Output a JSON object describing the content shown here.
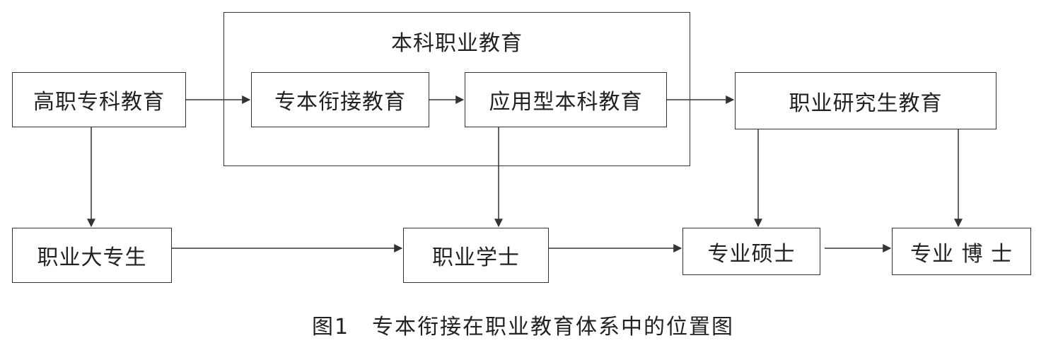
{
  "diagram": {
    "group": {
      "title": "本科职业教育"
    },
    "nodes": {
      "gaozhi": "高职专科教育",
      "zhuanben": "专本衔接教育",
      "yingyong": "应用型本科教育",
      "yanjiusheng": "职业研究生教育",
      "dazhuan": "职业大专生",
      "xueshi": "职业学士",
      "shuoshi": "专业硕士",
      "boshi": "专业 博 士"
    },
    "caption": "图1　专本衔接在职业教育体系中的位置图"
  }
}
